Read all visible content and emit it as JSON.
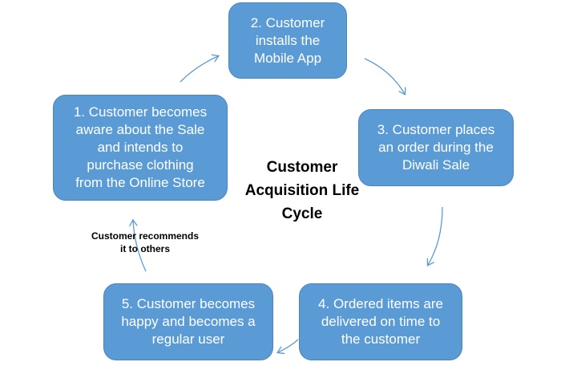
{
  "diagram": {
    "center_title": "Customer\nAcquisition Life\nCycle",
    "steps": [
      {
        "label": "1. Customer becomes\naware about the Sale\nand intends to\npurchase clothing\nfrom the Online Store"
      },
      {
        "label": "2. Customer\ninstalls the\nMobile App"
      },
      {
        "label": "3. Customer places\nan order during the\nDiwali Sale"
      },
      {
        "label": "4. Ordered items are\ndelivered on time to\nthe customer"
      },
      {
        "label": "5. Customer becomes\nhappy and becomes a\nregular user"
      }
    ],
    "recommend_label": "Customer recommends\nit to others",
    "colors": {
      "box_fill": "#5b9bd5",
      "box_border": "#4a86be",
      "arrow": "#5b9bd5",
      "box_text": "#ffffff"
    }
  }
}
